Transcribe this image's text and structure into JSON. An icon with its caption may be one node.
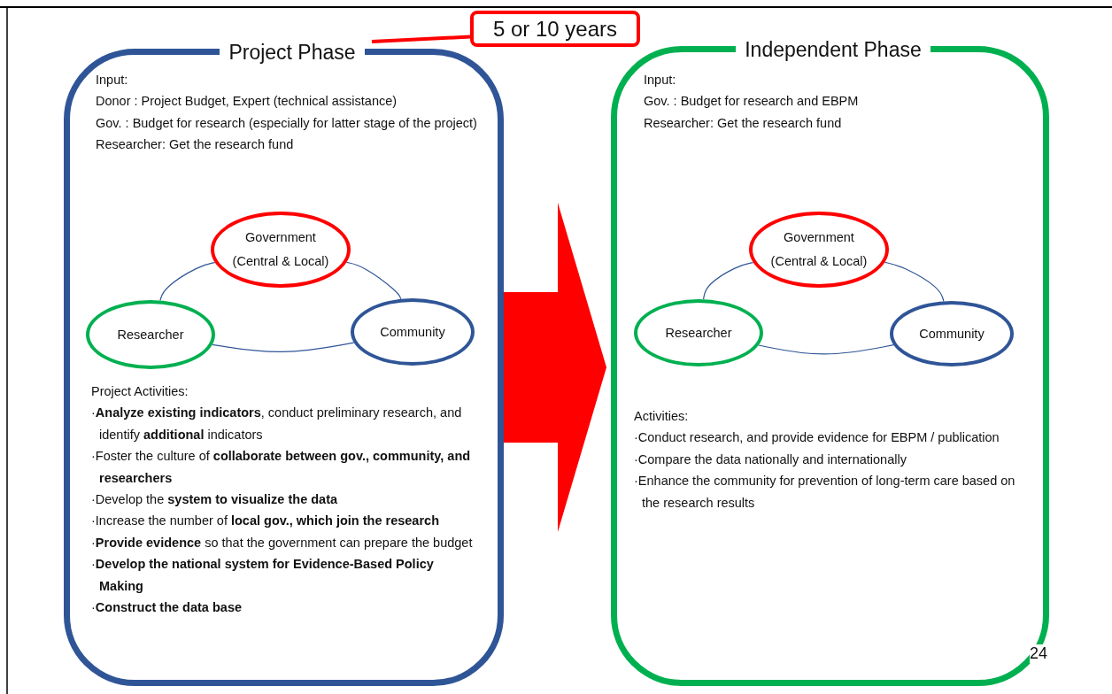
{
  "diagram": {
    "nodes": [
      {
        "text": [
          "Project Phase",
          "Input:",
          "Donor : Project Budget, Expert (technical assistance)",
          "Gov. : Budget for research (especially for latter stage of the project)",
          "Researcher: Get the research fund",
          "Project Activities:",
          "·**Analyze existing indicators**, conduct preliminary research, and identify **additional** indicators",
          "·Foster the culture of **collaborate between gov., community, and researchers**",
          "·Develop the **system to visualize the data**",
          "·Increase the number of **local gov., which join the research**",
          "·**Provide evidence** so that the government can prepare the budget",
          "·**Develop the national system for Evidence-Based Policy Making**",
          "·**Construct the data base**"
        ]
      },
      {
        "text": [
          "Government (Central & Local)"
        ],
        "in": 0
      },
      {
        "text": [
          "Researcher"
        ],
        "in": 0
      },
      {
        "text": [
          "Community"
        ],
        "in": 0
      },
      {
        "text": [
          "Independent Phase",
          "Input:",
          "Gov. : Budget for research and EBPM",
          "Researcher: Get the research fund",
          "Activities:",
          "·Conduct research, and provide evidence for EBPM / publication",
          "·Compare the data nationally and internationally",
          "·Enhance the community for prevention of long-term care based on the research results"
        ]
      },
      {
        "text": [
          "Government (Central & Local)"
        ],
        "in": 4
      },
      {
        "text": [
          "Researcher"
        ],
        "in": 4
      },
      {
        "text": [
          "Community"
        ],
        "in": 4
      },
      {
        "text": [
          "5 or 10 years"
        ]
      }
    ],
    "edges": [
      {
        "from": 1,
        "to": 2,
        "arrow": "none"
      },
      {
        "from": 1,
        "to": 3,
        "arrow": "none"
      },
      {
        "from": 2,
        "to": 3,
        "arrow": "none"
      },
      {
        "from": 5,
        "to": 6,
        "arrow": "none"
      },
      {
        "from": 5,
        "to": 7,
        "arrow": "none"
      },
      {
        "from": 6,
        "to": 7,
        "arrow": "none"
      },
      {
        "from": 8,
        "to": 0,
        "arrow": "none",
        "style": "thick",
        "color": "#ff0000"
      },
      {
        "from": 0,
        "to": 4,
        "arrow": "to",
        "style": "thick",
        "color": "#ff0000"
      }
    ],
    "labels": [
      "24"
    ]
  }
}
